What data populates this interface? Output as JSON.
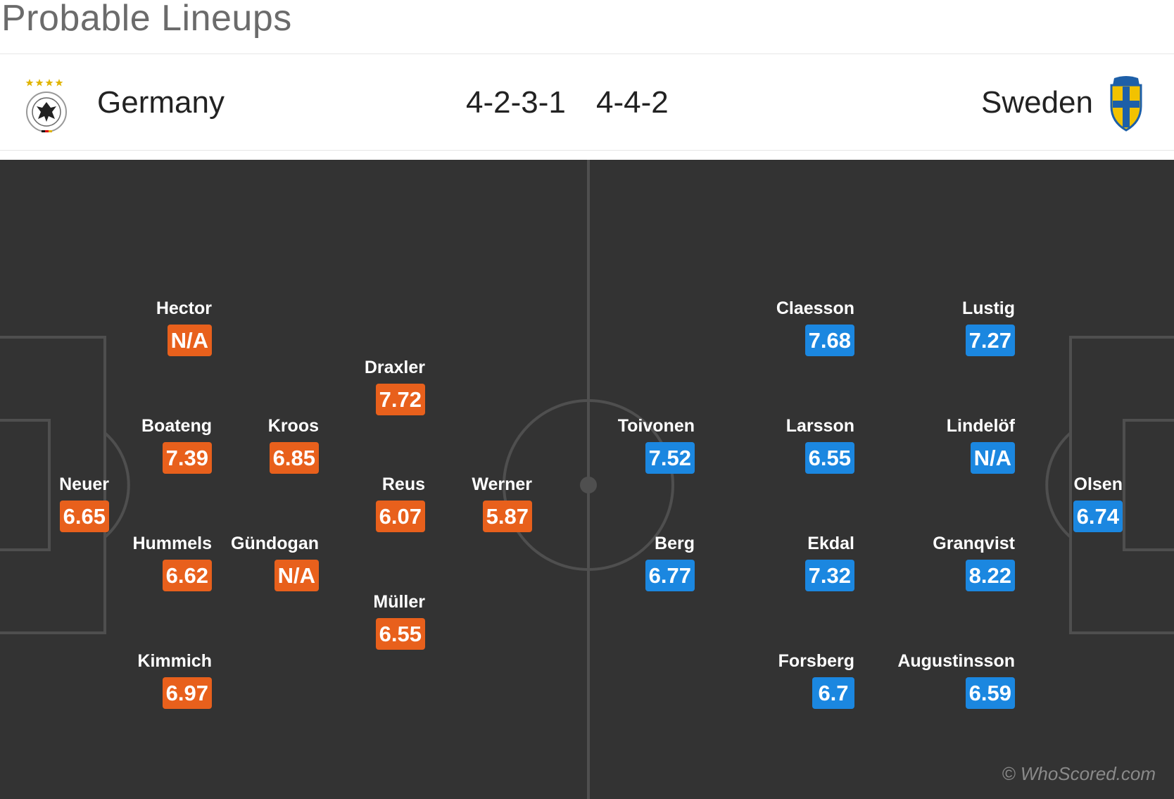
{
  "page": {
    "title": "Probable Lineups"
  },
  "header": {
    "home": {
      "team": "Germany",
      "formation": "4-2-3-1",
      "crest_icon": "germany-crest-icon"
    },
    "away": {
      "team": "Sweden",
      "formation": "4-4-2",
      "crest_icon": "sweden-crest-icon"
    }
  },
  "colors": {
    "home_rating": "#e8601c",
    "away_rating": "#1b87e0",
    "pitch": "#333333",
    "pitch_lines": "#4f4f4f"
  },
  "home_players": [
    {
      "name": "Neuer",
      "rating": "6.65"
    },
    {
      "name": "Hector",
      "rating": "N/A"
    },
    {
      "name": "Boateng",
      "rating": "7.39"
    },
    {
      "name": "Hummels",
      "rating": "6.62"
    },
    {
      "name": "Kimmich",
      "rating": "6.97"
    },
    {
      "name": "Kroos",
      "rating": "6.85"
    },
    {
      "name": "Gündogan",
      "rating": "N/A"
    },
    {
      "name": "Draxler",
      "rating": "7.72"
    },
    {
      "name": "Reus",
      "rating": "6.07"
    },
    {
      "name": "Müller",
      "rating": "6.55"
    },
    {
      "name": "Werner",
      "rating": "5.87"
    }
  ],
  "away_players": [
    {
      "name": "Toivonen",
      "rating": "7.52"
    },
    {
      "name": "Berg",
      "rating": "6.77"
    },
    {
      "name": "Claesson",
      "rating": "7.68"
    },
    {
      "name": "Larsson",
      "rating": "6.55"
    },
    {
      "name": "Ekdal",
      "rating": "7.32"
    },
    {
      "name": "Forsberg",
      "rating": "6.7"
    },
    {
      "name": "Lustig",
      "rating": "7.27"
    },
    {
      "name": "Lindelöf",
      "rating": "N/A"
    },
    {
      "name": "Granqvist",
      "rating": "8.22"
    },
    {
      "name": "Augustinsson",
      "rating": "6.59"
    },
    {
      "name": "Olsen",
      "rating": "6.74"
    }
  ],
  "watermark": "© WhoScored.com"
}
